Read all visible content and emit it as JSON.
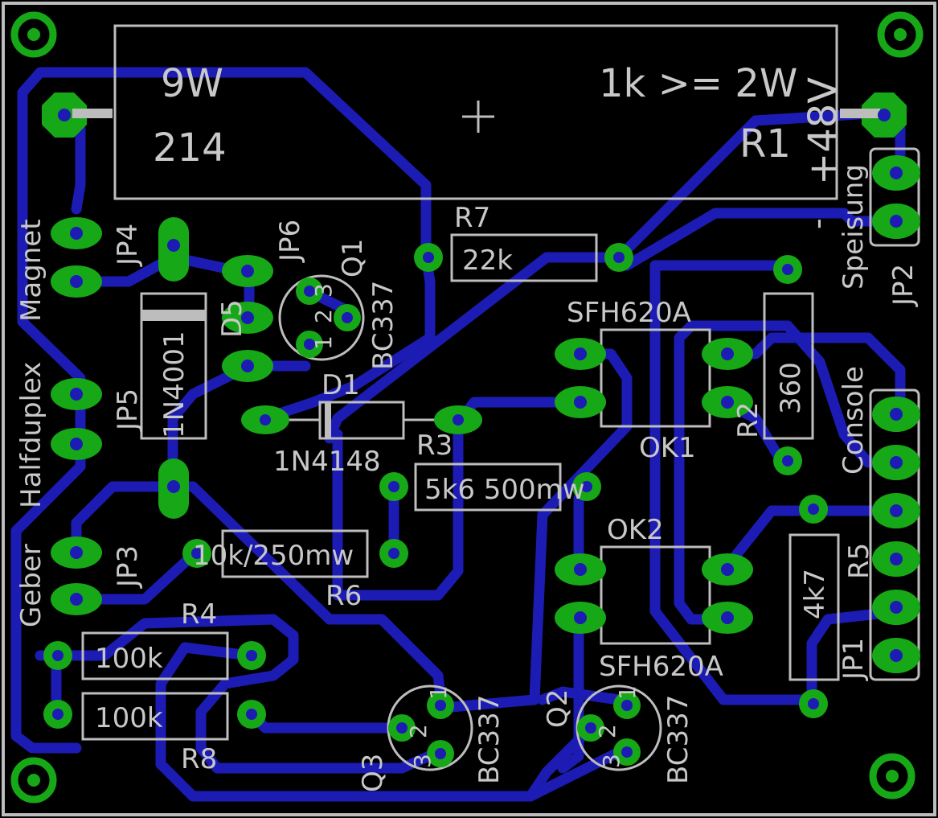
{
  "colors": {
    "background": "#000000",
    "board_outline": "#bdbdbd",
    "copper_trace": "#1c1cb4",
    "pad": "#16a816",
    "silkscreen": "#c8c8c8"
  },
  "texts": {
    "res_power": "9W",
    "res_value": "214",
    "res_rating": "1k >= 2W",
    "r1": "R1",
    "v48": "+48V",
    "minus": "-",
    "speisung": "Speisung",
    "jp2": "JP2",
    "magnet": "Magnet",
    "jp4": "JP4",
    "jp6": "JP6",
    "q1": "Q1",
    "bc337_q1": "BC337",
    "d5": "D5",
    "r7": "R7",
    "r7_val": "22k",
    "sfh_top": "SFH620A",
    "ok1": "OK1",
    "r2": "R2",
    "r2_val": "360",
    "console": "Console",
    "halfduplex": "Halfduplex",
    "jp5": "JP5",
    "d_1n4001": "1N4001",
    "d1": "D1",
    "d_1n4148": "1N4148",
    "r3": "R3",
    "r3_val": "5k6 500mw",
    "ok2": "OK2",
    "r5": "R5",
    "r5_val": "4k7",
    "geber": "Geber",
    "jp3": "JP3",
    "r6_val": "10k/250mw",
    "r6": "R6",
    "r4": "R4",
    "r4_val": "100k",
    "r8_val": "100k",
    "r8": "R8",
    "sfh_bottom": "SFH620A",
    "jp1": "JP1",
    "q2": "Q2",
    "q3": "Q3",
    "bc337_q2": "BC337",
    "bc337_q3": "BC337",
    "pin1": "1",
    "pin2": "2",
    "pin3": "3"
  }
}
